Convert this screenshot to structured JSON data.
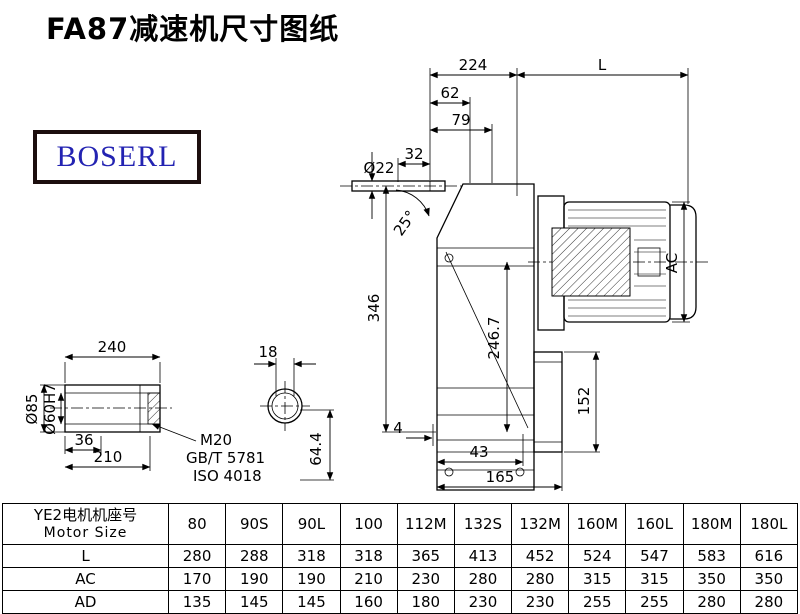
{
  "page": {
    "title": "FA87减速机尺寸图纸",
    "logo": "BOSERL"
  },
  "dims": {
    "d224": "224",
    "dL": "L",
    "d62": "62",
    "d79": "79",
    "d32": "32",
    "dia22": "Ø22",
    "a25": "25°",
    "d346": "346",
    "d2467": "246.7",
    "dAC": "AC",
    "d152": "152",
    "d4": "4",
    "d43": "43",
    "d165": "165",
    "d240": "240",
    "dia85": "Ø85",
    "dia60": "Ø60H7",
    "d36": "36",
    "d210": "210",
    "m20": "M20",
    "gbt": "GB/T 5781",
    "iso": "ISO 4018",
    "d18": "18",
    "d644": "64.4"
  },
  "table": {
    "header_cn": "YE2电机机座号",
    "header_en": "Motor Size",
    "columns": [
      "80",
      "90S",
      "90L",
      "100",
      "112M",
      "132S",
      "132M",
      "160M",
      "160L",
      "180M",
      "180L"
    ],
    "rows": [
      {
        "label": "L",
        "values": [
          "280",
          "288",
          "318",
          "318",
          "365",
          "413",
          "452",
          "524",
          "547",
          "583",
          "616"
        ]
      },
      {
        "label": "AC",
        "values": [
          "170",
          "190",
          "190",
          "210",
          "230",
          "280",
          "280",
          "315",
          "315",
          "350",
          "350"
        ]
      },
      {
        "label": "AD",
        "values": [
          "135",
          "145",
          "145",
          "160",
          "180",
          "230",
          "230",
          "255",
          "255",
          "280",
          "280"
        ]
      }
    ]
  },
  "colors": {
    "line": "#000000",
    "logo_text": "#2323b2",
    "logo_border": "#1c0e0e",
    "background": "#ffffff"
  }
}
